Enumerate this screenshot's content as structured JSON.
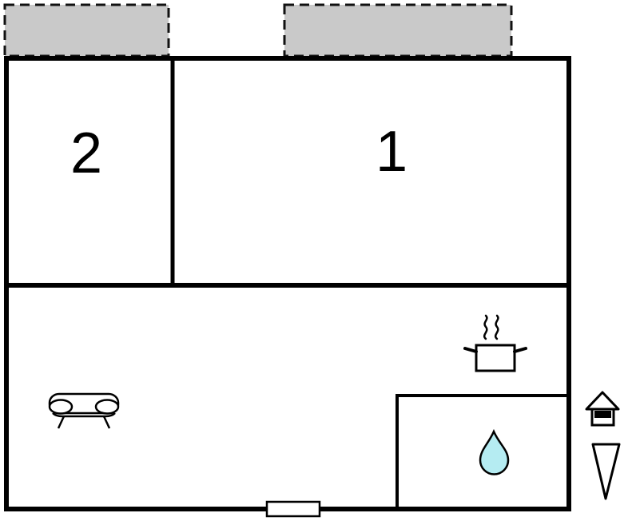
{
  "floorplan": {
    "type": "apartment-floor-plan",
    "rooms": [
      {
        "name": "room-2",
        "label": "2"
      },
      {
        "name": "room-1",
        "label": "1"
      },
      {
        "name": "living-kitchen-area",
        "label": ""
      },
      {
        "name": "bathroom",
        "label": ""
      }
    ],
    "colors": {
      "wall": "#000000",
      "terrace_fill": "#c9c9c9",
      "terrace_border": "#111111",
      "water_drop_fill": "#b5ecf2",
      "background": "#ffffff"
    },
    "icons": [
      {
        "name": "terrace-left",
        "meaning": "terrace / balcony (dashed outline)"
      },
      {
        "name": "terrace-right",
        "meaning": "terrace / balcony (dashed outline)"
      },
      {
        "name": "sofa-icon",
        "meaning": "living room sofa"
      },
      {
        "name": "stove-pot-icon",
        "meaning": "kitchen / cooking area"
      },
      {
        "name": "water-drop-icon",
        "meaning": "bathroom / water"
      },
      {
        "name": "house-entrance-icon",
        "meaning": "entrance marker"
      },
      {
        "name": "north-arrow-icon",
        "meaning": "orientation arrow"
      },
      {
        "name": "door-icon",
        "meaning": "door / window opening"
      }
    ]
  }
}
